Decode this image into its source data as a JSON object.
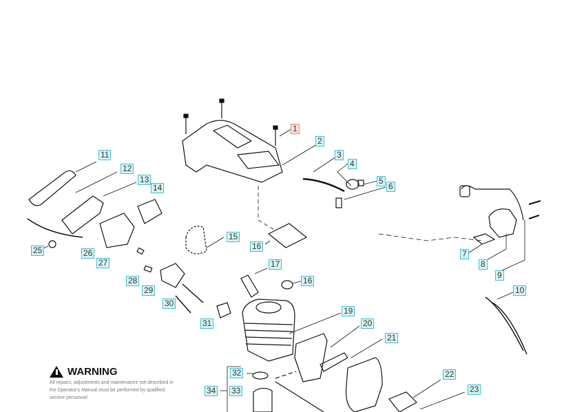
{
  "diagram": {
    "type": "exploded-parts-diagram",
    "callouts": [
      {
        "id": "1",
        "label": "1",
        "selected": true
      },
      {
        "id": "2",
        "label": "2"
      },
      {
        "id": "3",
        "label": "3"
      },
      {
        "id": "4",
        "label": "4"
      },
      {
        "id": "5",
        "label": "5"
      },
      {
        "id": "6",
        "label": "6"
      },
      {
        "id": "7",
        "label": "7"
      },
      {
        "id": "8",
        "label": "8"
      },
      {
        "id": "9",
        "label": "9"
      },
      {
        "id": "10",
        "label": "10"
      },
      {
        "id": "11",
        "label": "11"
      },
      {
        "id": "12",
        "label": "12"
      },
      {
        "id": "13",
        "label": "13"
      },
      {
        "id": "14",
        "label": "14"
      },
      {
        "id": "15",
        "label": "15"
      },
      {
        "id": "16a",
        "label": "16"
      },
      {
        "id": "16b",
        "label": "16"
      },
      {
        "id": "17",
        "label": "17"
      },
      {
        "id": "19",
        "label": "19"
      },
      {
        "id": "20",
        "label": "20"
      },
      {
        "id": "21",
        "label": "21"
      },
      {
        "id": "22",
        "label": "22"
      },
      {
        "id": "23",
        "label": "23"
      },
      {
        "id": "25",
        "label": "25"
      },
      {
        "id": "26",
        "label": "26"
      },
      {
        "id": "27",
        "label": "27"
      },
      {
        "id": "28",
        "label": "28"
      },
      {
        "id": "29",
        "label": "29"
      },
      {
        "id": "30",
        "label": "30"
      },
      {
        "id": "31",
        "label": "31"
      },
      {
        "id": "32",
        "label": "32"
      },
      {
        "id": "33",
        "label": "33"
      },
      {
        "id": "34",
        "label": "34"
      }
    ]
  },
  "warning": {
    "title": "WARNING",
    "text": "All repairs, adjustments and maintenance not described in the Operator's Manual must be performed by qualified service personnel."
  },
  "colors": {
    "callout_border": "#3fbfd0",
    "callout_fill": "#d8f4f8",
    "selected_border": "#e8876a"
  }
}
